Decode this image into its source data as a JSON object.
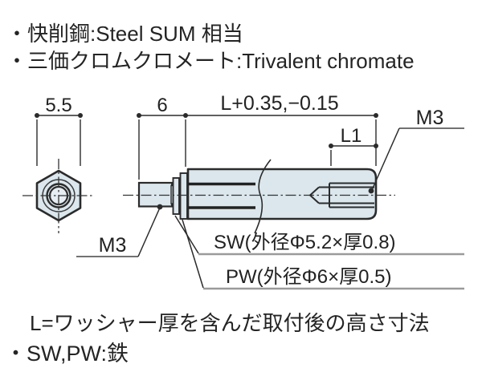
{
  "notes_top": [
    "・快削鋼:Steel SUM 相当",
    "・三価クロムクロメート:Trivalent chromate"
  ],
  "drawing": {
    "end_view": {
      "dim_across_flats": "5.5"
    },
    "side_view": {
      "dim_stud_length": "6",
      "dim_overall_length": "L+0.35,−0.15",
      "dim_thread_depth": "L1",
      "label_thread_female": "M3",
      "label_thread_male": "M3",
      "label_spring_washer": "SW(外径Φ5.2×厚0.8)",
      "label_plain_washer": "PW(外径Φ6×厚0.5)"
    },
    "colors": {
      "part_fill": "#dbe7ed",
      "line": "#2b2b2b",
      "underline_gray": "#9a9a9a"
    }
  },
  "notes_bottom": [
    "L=ワッシャー厚を含んだ取付後の高さ寸法",
    "・SW,PW:鉄"
  ]
}
